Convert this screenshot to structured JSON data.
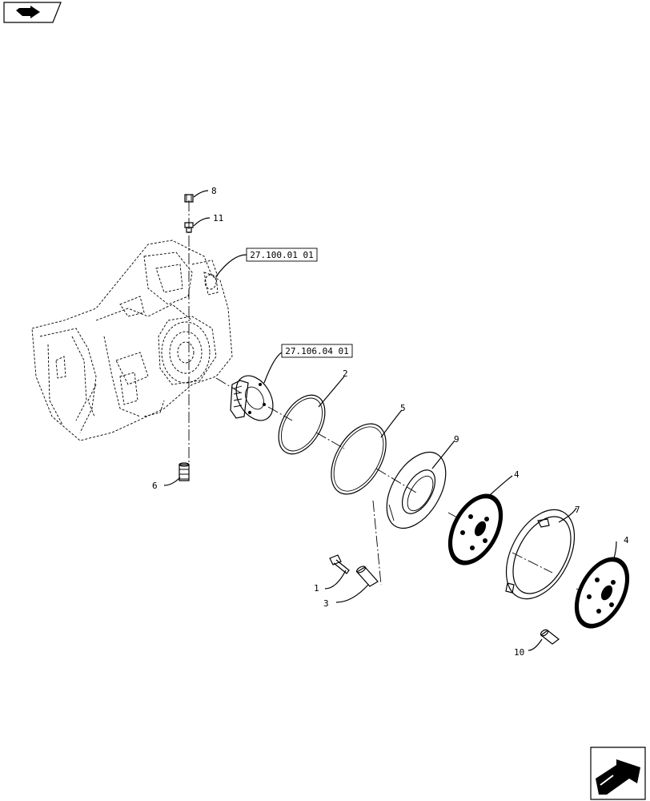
{
  "callouts": [
    {
      "id": "c1",
      "label": "1"
    },
    {
      "id": "c2",
      "label": "2"
    },
    {
      "id": "c3",
      "label": "3"
    },
    {
      "id": "c4a",
      "label": "4"
    },
    {
      "id": "c4b",
      "label": "4"
    },
    {
      "id": "c5",
      "label": "5"
    },
    {
      "id": "c6",
      "label": "6"
    },
    {
      "id": "c7",
      "label": "7"
    },
    {
      "id": "c8",
      "label": "8"
    },
    {
      "id": "c9",
      "label": "9"
    },
    {
      "id": "c10",
      "label": "10"
    },
    {
      "id": "c11",
      "label": "11"
    }
  ],
  "references": {
    "housing": "27.100.01 01",
    "shaft": "27.106.04 01"
  },
  "icons": {
    "top_left": "previous-page-icon",
    "bottom_right": "next-page-icon"
  }
}
